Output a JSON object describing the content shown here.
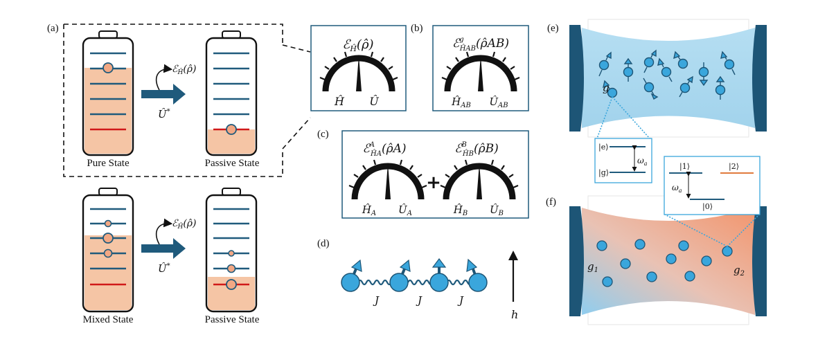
{
  "panels": {
    "a": "(a)",
    "b": "(b)",
    "c": "(c)",
    "d": "(d)",
    "e": "(e)",
    "f": "(f)"
  },
  "batteries": {
    "pure_state": "Pure State",
    "passive_state_top": "Passive State",
    "mixed_state": "Mixed State",
    "passive_state_bottom": "Passive State"
  },
  "arrows": {
    "ergotropy_label": "ℰ",
    "ergotropy_sub": "Ĥ",
    "ergotropy_arg": "(ρ̂)",
    "unitary": "Û",
    "unitary_sup": "*"
  },
  "gauge_a": {
    "title_main": "ℰ",
    "title_sub": "Ĥ",
    "title_arg": "(ρ̂)",
    "left": "Ĥ",
    "right": "Û"
  },
  "gauge_b": {
    "title_main": "ℰ",
    "title_sup": "g",
    "title_sub": "ĤAB",
    "title_arg": "(ρ̂AB)",
    "left_main": "Ĥ",
    "left_sub": "AB",
    "right_main": "Û",
    "right_sub": "AB"
  },
  "gauge_c": {
    "left_title_main": "ℰ",
    "left_title_sup": "A",
    "left_title_sub": "ĤA",
    "left_title_arg": "(ρ̂A)",
    "right_title_main": "ℰ",
    "right_title_sup": "B",
    "right_title_sub": "ĤB",
    "right_title_arg": "(ρ̂B)",
    "gl_left_main": "Ĥ",
    "gl_left_sub": "A",
    "gl_right_main": "Û",
    "gl_right_sub": "A",
    "gr_left_main": "Ĥ",
    "gr_left_sub": "B",
    "gr_right_main": "Û",
    "gr_right_sub": "B",
    "plus": "+"
  },
  "chain": {
    "coupling_1": "J",
    "coupling_2": "J",
    "coupling_3": "J",
    "field": "h"
  },
  "cavity_e": {
    "coupling": "g",
    "ket_e": "|e⟩",
    "ket_g": "|g⟩",
    "freq_main": "ω",
    "freq_sub": "a"
  },
  "cavity_f": {
    "coupling_1_main": "g",
    "coupling_1_sub": "1",
    "coupling_2_main": "g",
    "coupling_2_sub": "2",
    "ket_1": "|1⟩",
    "ket_2": "|2⟩",
    "ket_0": "|0⟩",
    "freq_main": "ω",
    "freq_sub": "a"
  },
  "colors": {
    "battery_fill": "#f5c5a5",
    "level": "#1f5a7c",
    "ground_level": "#d01919",
    "spin": "#3aa6dc",
    "cavity_blue": "#a8d8ef",
    "cavity_orange": "#f0a17f",
    "mirror": "#1d5576"
  }
}
